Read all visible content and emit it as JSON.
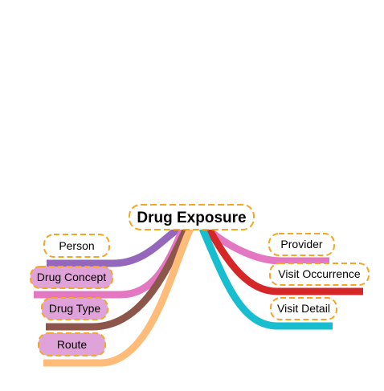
{
  "diagram": {
    "center": {
      "label": "Drug Exposure"
    },
    "left_nodes": [
      {
        "key": "person",
        "label": "Person",
        "color": "#9467bd",
        "fill": "#ffffff"
      },
      {
        "key": "drug-concept",
        "label": "Drug Concept",
        "color": "#e377c2",
        "fill": "#e0a3d9"
      },
      {
        "key": "drug-type",
        "label": "Drug Type",
        "color": "#8c564b",
        "fill": "#e0a3d9"
      },
      {
        "key": "route",
        "label": "Route",
        "color": "#ffbb78",
        "fill": "#e0a3d9"
      }
    ],
    "right_nodes": [
      {
        "key": "provider",
        "label": "Provider",
        "color": "#e377c2",
        "fill": "#ffffff"
      },
      {
        "key": "visit-occurrence",
        "label": "Visit Occurrence",
        "color": "#d62728",
        "fill": "#ffffff"
      },
      {
        "key": "visit-detail",
        "label": "Visit Detail",
        "color": "#17becf",
        "fill": "#ffffff"
      }
    ],
    "border_color": "#f5a623"
  }
}
